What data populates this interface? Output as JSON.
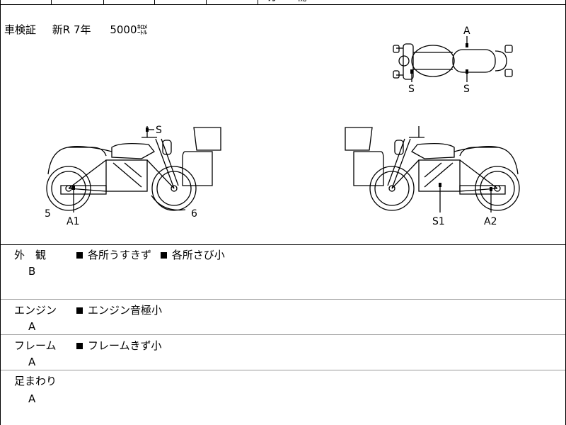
{
  "header_note": {
    "label": "車検証",
    "value": "新R 7年",
    "mileage": "5000㌖"
  },
  "top_strip_text": "ガ　　傷",
  "diagram_labels": {
    "top_a": "A",
    "top_s_left": "S",
    "top_s_right": "S",
    "left_s": "S",
    "left_5": "5",
    "left_a1": "A1",
    "left_6": "6",
    "right_s1": "S1",
    "right_a2": "A2"
  },
  "sections": [
    {
      "title": "外　観",
      "grade": "B",
      "items": [
        "各所うすきず",
        "各所さび小"
      ]
    },
    {
      "title": "エンジン",
      "grade": "A",
      "items": [
        "エンジン音極小"
      ]
    },
    {
      "title": "フレーム",
      "grade": "A",
      "items": [
        "フレームきず小"
      ]
    },
    {
      "title": "足まわり",
      "grade": "A",
      "items": []
    }
  ]
}
